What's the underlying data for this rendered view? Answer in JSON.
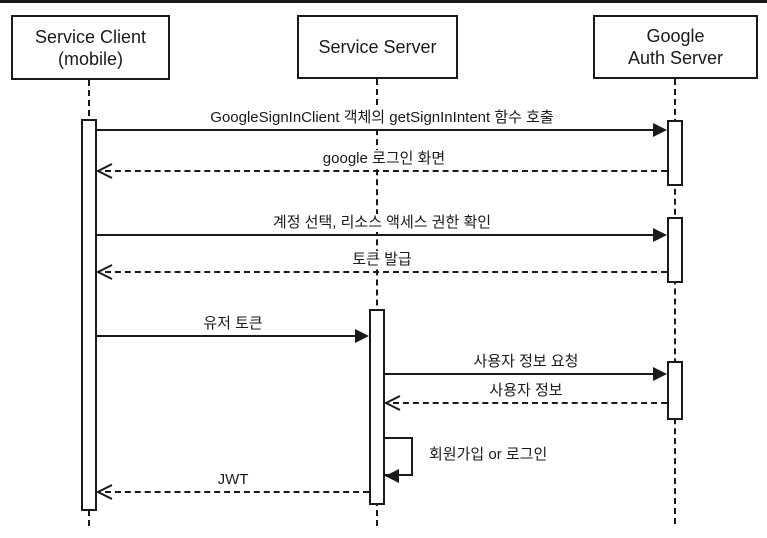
{
  "diagram": {
    "type": "sequence-diagram",
    "colors": {
      "line": "#1a1a1a",
      "background": "#ffffff"
    },
    "actors": [
      {
        "id": "service-client",
        "line1": "Service Client",
        "line2": "(mobile)"
      },
      {
        "id": "service-server",
        "line1": "Service Server",
        "line2": ""
      },
      {
        "id": "google-auth-server",
        "line1": "Google",
        "line2": "Auth Server"
      }
    ],
    "messages": [
      {
        "from": "service-client",
        "to": "google-auth-server",
        "style": "solid",
        "label": "GoogleSignInClient 객체의 getSignInIntent 함수 호출"
      },
      {
        "from": "google-auth-server",
        "to": "service-client",
        "style": "dashed-return",
        "label": "google 로그인 화면"
      },
      {
        "from": "service-client",
        "to": "google-auth-server",
        "style": "solid",
        "label": "계정 선택, 리소스 액세스 권한 확인"
      },
      {
        "from": "google-auth-server",
        "to": "service-client",
        "style": "dashed-return",
        "label": "토큰 발급"
      },
      {
        "from": "service-client",
        "to": "service-server",
        "style": "solid",
        "label": "유저 토큰"
      },
      {
        "from": "service-server",
        "to": "google-auth-server",
        "style": "solid",
        "label": "사용자 정보 요청"
      },
      {
        "from": "google-auth-server",
        "to": "service-server",
        "style": "dashed-return",
        "label": "사용자 정보"
      },
      {
        "from": "service-server",
        "to": "service-server",
        "style": "self",
        "label": "회원가입 or 로그인"
      },
      {
        "from": "service-server",
        "to": "service-client",
        "style": "dashed-return",
        "label": "JWT"
      }
    ]
  }
}
